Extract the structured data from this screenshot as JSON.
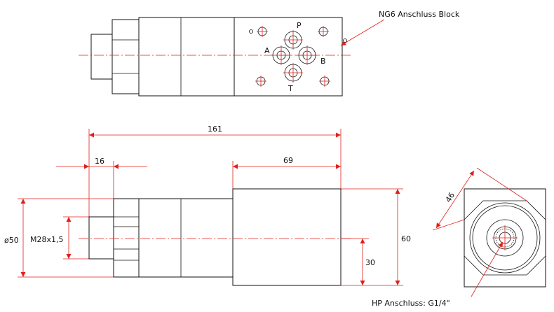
{
  "colors": {
    "outline": "#111111",
    "dimension": "#e0201c",
    "background": "#ffffff"
  },
  "callouts": {
    "ng6_block": "NG6 Anschluss Block",
    "hp_port": "HP Anschluss: G1/4\""
  },
  "ports": {
    "p": "P",
    "a": "A",
    "b": "B",
    "t": "T"
  },
  "dimensions": {
    "overall_length": "161",
    "nut_width": "16",
    "block_length": "69",
    "diameter": "ø50",
    "thread": "M28x1,5",
    "block_height": "60",
    "center_height": "30",
    "across_flats": "46"
  }
}
